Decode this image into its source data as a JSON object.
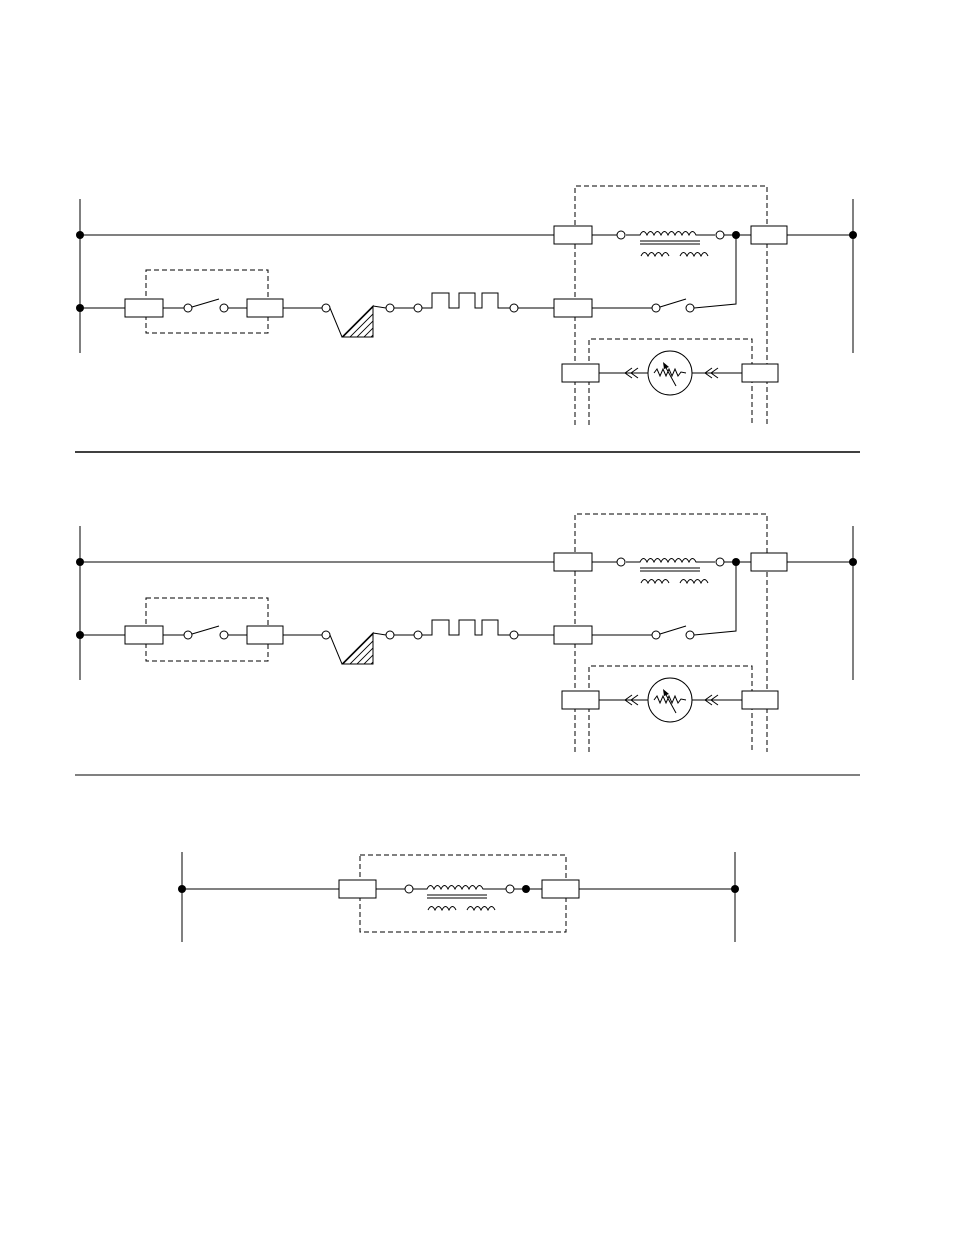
{
  "diagram": {
    "description_visible_text": "",
    "colors": {
      "ink": "#000000",
      "background": "#ffffff"
    },
    "panels": [
      {
        "id": "panel-1",
        "kind": "full-circuit"
      },
      {
        "id": "panel-2",
        "kind": "full-circuit"
      },
      {
        "id": "panel-3",
        "kind": "coil-only"
      }
    ],
    "symbols": [
      "terminal-block",
      "switch-contact",
      "coil-with-core",
      "heater-element",
      "sensor-gauge",
      "hatched-ground",
      "junction-dot"
    ]
  }
}
